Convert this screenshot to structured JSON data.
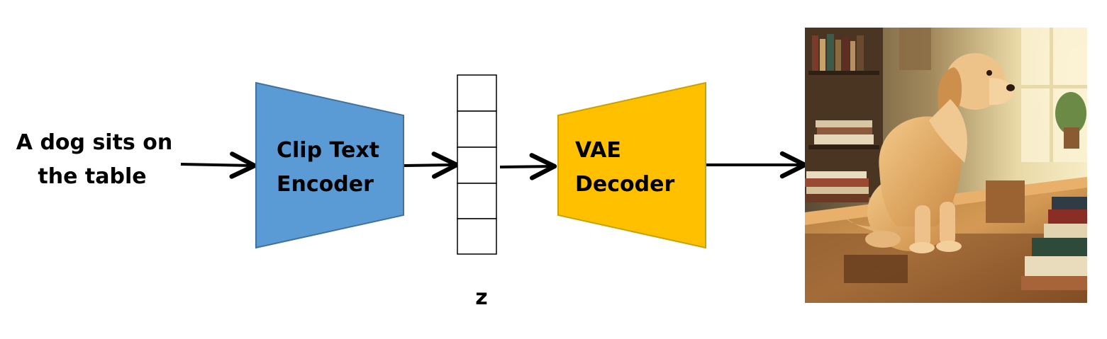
{
  "input_text": {
    "line1": "A dog sits on",
    "line2": "the table"
  },
  "encoder": {
    "line1": "Clip Text",
    "line2": "Encoder",
    "fill_color": "#5b9bd5",
    "stroke_color": "#41719c"
  },
  "latent": {
    "label": "z",
    "cell_count": 5
  },
  "decoder": {
    "line1": "VAE",
    "line2": "Decoder",
    "fill_color": "#ffc000",
    "stroke_color": "#c9a100"
  },
  "output_image": {
    "subject": "golden-retriever-on-wooden-table"
  },
  "colors": {
    "arrow": "#000000",
    "text": "#000000"
  }
}
